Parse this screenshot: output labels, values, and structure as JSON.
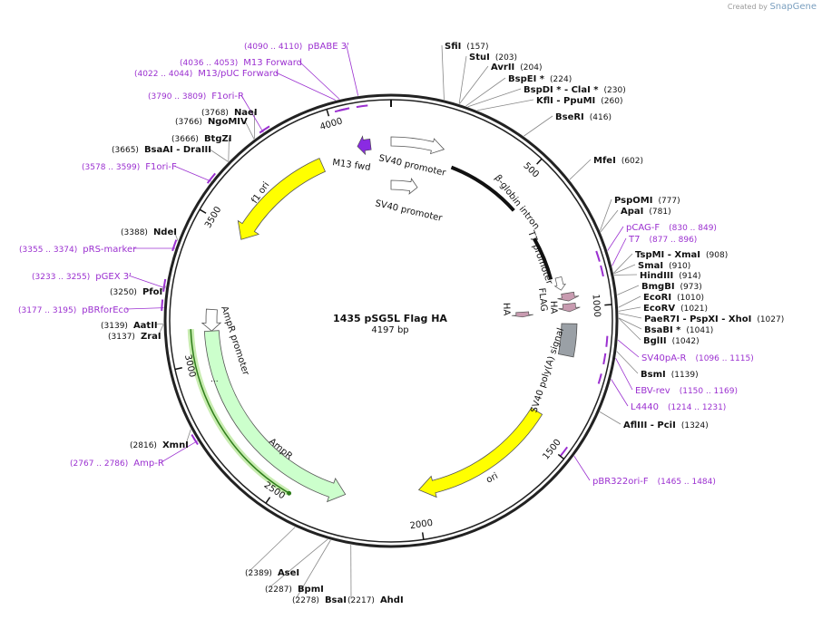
{
  "branding": {
    "created_by": "Created by",
    "product": "SnapGene"
  },
  "plasmid": {
    "name": "1435 pSG5L Flag HA",
    "size_label": "4197 bp",
    "length": 4197
  },
  "colors": {
    "primer": "#9b30d0",
    "enzyme_text": "#111111",
    "ori": "#ffff00",
    "ampr": "#ccffcc",
    "backbone": "#222222",
    "polya": "#9aa0a6",
    "tag": "#c89bb0",
    "m13": "#8a2be2"
  },
  "ruler": [
    {
      "pos": 500,
      "label": "500"
    },
    {
      "pos": 1000,
      "label": "1000"
    },
    {
      "pos": 1500,
      "label": "1500"
    },
    {
      "pos": 2000,
      "label": "2000"
    },
    {
      "pos": 2500,
      "label": "2500"
    },
    {
      "pos": 3000,
      "label": "3000"
    },
    {
      "pos": 3500,
      "label": "3500"
    },
    {
      "pos": 4000,
      "label": "4000"
    }
  ],
  "enzymes": [
    {
      "name": "SfiI",
      "pos": "(157)",
      "site": 157
    },
    {
      "name": "StuI",
      "pos": "(203)",
      "site": 203
    },
    {
      "name": "AvrII",
      "pos": "(204)",
      "site": 204
    },
    {
      "name": "BspEI *",
      "pos": "(224)",
      "site": 224
    },
    {
      "name": "BspDI * - ClaI *",
      "pos": "(230)",
      "site": 230
    },
    {
      "name": "KflI - PpuMI",
      "pos": "(260)",
      "site": 260
    },
    {
      "name": "BseRI",
      "pos": "(416)",
      "site": 416
    },
    {
      "name": "MfeI",
      "pos": "(602)",
      "site": 602
    },
    {
      "name": "PspOMI",
      "pos": "(777)",
      "site": 777
    },
    {
      "name": "ApaI",
      "pos": "(781)",
      "site": 781
    },
    {
      "name": "TspMI - XmaI",
      "pos": "(908)",
      "site": 908
    },
    {
      "name": "SmaI",
      "pos": "(910)",
      "site": 910
    },
    {
      "name": "HindIII",
      "pos": "(914)",
      "site": 914
    },
    {
      "name": "BmgBI",
      "pos": "(973)",
      "site": 973
    },
    {
      "name": "EcoRI",
      "pos": "(1010)",
      "site": 1010
    },
    {
      "name": "EcoRV",
      "pos": "(1021)",
      "site": 1021
    },
    {
      "name": "PaeR7I - PspXI - XhoI",
      "pos": "(1027)",
      "site": 1027
    },
    {
      "name": "BsaBI *",
      "pos": "(1041)",
      "site": 1041
    },
    {
      "name": "BglII",
      "pos": "(1042)",
      "site": 1042
    },
    {
      "name": "BsmI",
      "pos": "(1139)",
      "site": 1139
    },
    {
      "name": "AflIII - PciI",
      "pos": "(1324)",
      "site": 1324
    },
    {
      "name": "AhdI",
      "pos": "(2217)",
      "site": 2217
    },
    {
      "name": "BsaI",
      "pos": "(2278)",
      "site": 2278
    },
    {
      "name": "BpmI",
      "pos": "(2287)",
      "site": 2287
    },
    {
      "name": "AseI",
      "pos": "(2389)",
      "site": 2389
    },
    {
      "name": "XmnI",
      "pos": "(2816)",
      "site": 2816
    },
    {
      "name": "ZraI",
      "pos": "(3137)",
      "site": 3137
    },
    {
      "name": "AatII",
      "pos": "(3139)",
      "site": 3139
    },
    {
      "name": "PfoI",
      "pos": "(3250)",
      "site": 3250
    },
    {
      "name": "NdeI",
      "pos": "(3388)",
      "site": 3388
    },
    {
      "name": "BsaAI - DraIII",
      "pos": "(3665)",
      "site": 3665
    },
    {
      "name": "BtgZI",
      "pos": "(3666)",
      "site": 3666
    },
    {
      "name": "NgoMIV",
      "pos": "(3766)",
      "site": 3766
    },
    {
      "name": "NaeI",
      "pos": "(3768)",
      "site": 3768
    }
  ],
  "primers": [
    {
      "name": "SV40pA-R",
      "range": "(1096 .. 1115)",
      "start": 1096,
      "end": 1115
    },
    {
      "name": "EBV-rev",
      "range": "(1150 .. 1169)",
      "start": 1150,
      "end": 1169
    },
    {
      "name": "L4440",
      "range": "(1214 .. 1231)",
      "start": 1214,
      "end": 1231
    },
    {
      "name": "pBR322ori-F",
      "range": "(1465 .. 1484)",
      "start": 1465,
      "end": 1484
    },
    {
      "name": "pCAG-F",
      "range": "(830 .. 849)",
      "start": 830,
      "end": 849
    },
    {
      "name": "T7",
      "range": "(877 .. 896)",
      "start": 877,
      "end": 896
    },
    {
      "name": "Amp-R",
      "range": "(2767 .. 2786)",
      "start": 2767,
      "end": 2786
    },
    {
      "name": "pBRforEco",
      "range": "(3177 .. 3195)",
      "start": 3177,
      "end": 3195
    },
    {
      "name": "pGEX 3'",
      "range": "(3233 .. 3255)",
      "start": 3233,
      "end": 3255
    },
    {
      "name": "pRS-marker",
      "range": "(3355 .. 3374)",
      "start": 3355,
      "end": 3374
    },
    {
      "name": "F1ori-F",
      "range": "(3578 .. 3599)",
      "start": 3578,
      "end": 3599
    },
    {
      "name": "F1ori-R",
      "range": "(3790 .. 3809)",
      "start": 3790,
      "end": 3809
    },
    {
      "name": "M13/pUC Forward",
      "range": "(4022 .. 4044)",
      "start": 4022,
      "end": 4044
    },
    {
      "name": "M13 Forward",
      "range": "(4036 .. 4053)",
      "start": 4036,
      "end": 4053
    },
    {
      "name": "pBABE 3'",
      "range": "(4090 .. 4110)",
      "start": 4090,
      "end": 4110
    }
  ],
  "features": {
    "sv40_promoter_1": "SV40 promoter",
    "sv40_promoter_2": "SV40 promoter",
    "m13_fwd": "M13 fwd",
    "f1_ori": "f1 ori",
    "beta_globin": "β-globin intron",
    "t7_promoter": "T7 promoter",
    "flag": "FLAG",
    "ha_1": "HA",
    "ha_2": "HA",
    "sv40_polya": "SV40 poly(A) signal",
    "ori": "ori",
    "ampr": "AmpR",
    "ampr_promoter": "AmpR promoter",
    "ellipsis": "..."
  }
}
